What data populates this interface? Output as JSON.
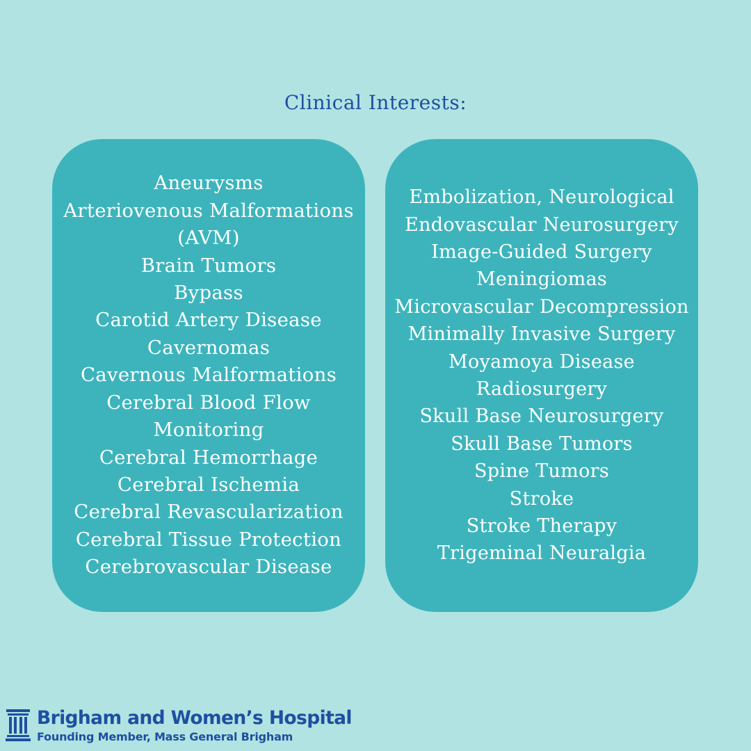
{
  "title": "Clinical Interests:",
  "colors": {
    "background": "#b1e3e2",
    "card": "#3db4bc",
    "card_text": "#ffffff",
    "title_text": "#1f4fa0",
    "brand": "#1f4fa0"
  },
  "left_list": [
    "Aneurysms",
    "Arteriovenous Malformations (AVM)",
    "Brain Tumors",
    "Bypass",
    "Carotid Artery Disease",
    "Cavernomas",
    "Cavernous Malformations",
    "Cerebral Blood Flow Monitoring",
    "Cerebral Hemorrhage",
    "Cerebral Ischemia",
    "Cerebral Revascularization",
    "Cerebral Tissue Protection",
    "Cerebrovascular Disease"
  ],
  "right_list": [
    "Embolization, Neurological",
    "Endovascular Neurosurgery",
    "Image-Guided Surgery",
    "Meningiomas",
    "Microvascular Decompression",
    "Minimally Invasive Surgery",
    "Moyamoya Disease",
    "Radiosurgery",
    "Skull Base Neurosurgery",
    "Skull Base Tumors",
    "Spine Tumors",
    "Stroke",
    "Stroke Therapy",
    "Trigeminal Neuralgia"
  ],
  "footer": {
    "icon": "hospital-building-icon",
    "name": "Brigham and Women’s Hospital",
    "tagline": "Founding Member, Mass General Brigham"
  }
}
